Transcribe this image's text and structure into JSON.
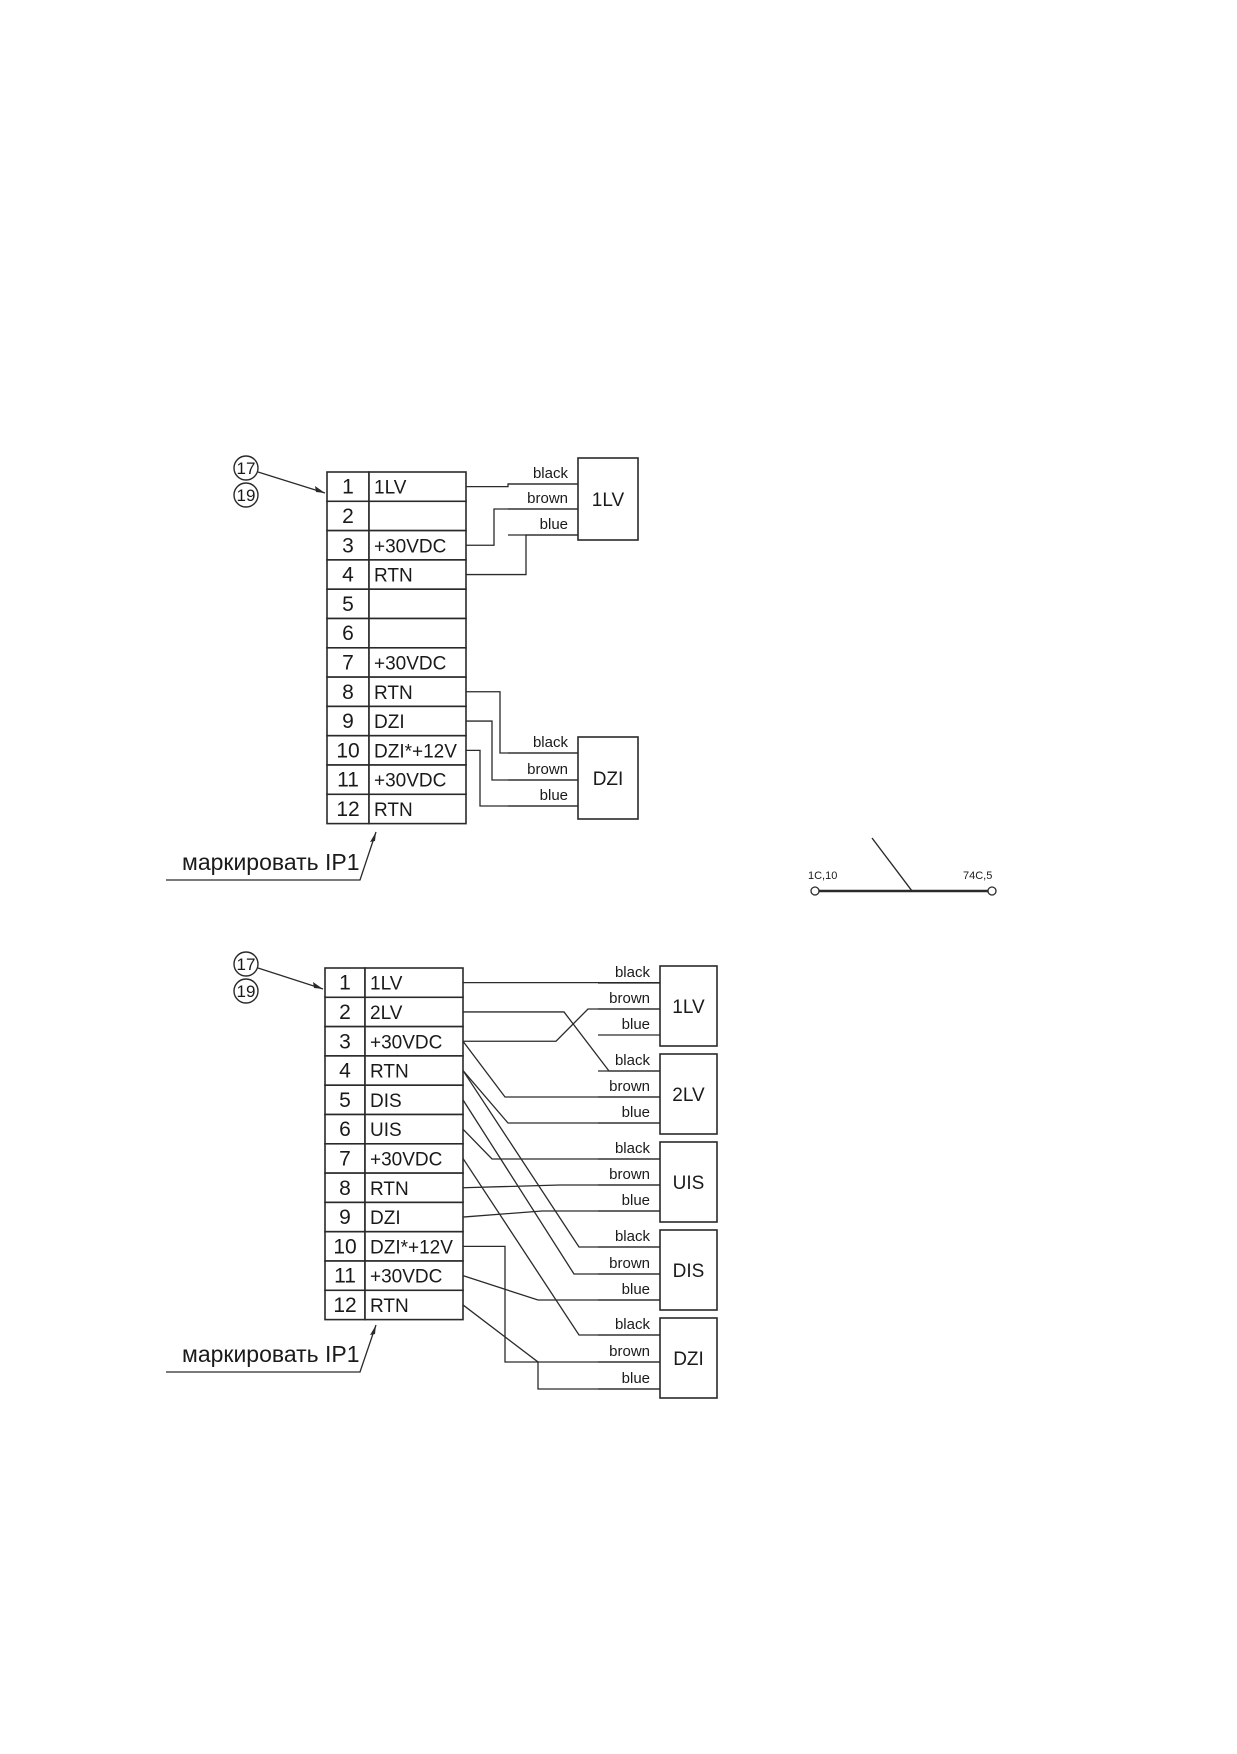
{
  "diagram1": {
    "callouts": [
      "17",
      "19"
    ],
    "rows": [
      {
        "num": "1",
        "signal": "1LV"
      },
      {
        "num": "2",
        "signal": ""
      },
      {
        "num": "3",
        "signal": "+30VDC"
      },
      {
        "num": "4",
        "signal": "RTN"
      },
      {
        "num": "5",
        "signal": ""
      },
      {
        "num": "6",
        "signal": ""
      },
      {
        "num": "7",
        "signal": "+30VDC"
      },
      {
        "num": "8",
        "signal": "RTN"
      },
      {
        "num": "9",
        "signal": "DZI"
      },
      {
        "num": "10",
        "signal": "DZI*+12V"
      },
      {
        "num": "11",
        "signal": "+30VDC"
      },
      {
        "num": "12",
        "signal": "RTN"
      }
    ],
    "devices": [
      {
        "name": "1LV",
        "wires": [
          "black",
          "brown",
          "blue"
        ]
      },
      {
        "name": "DZI",
        "wires": [
          "black",
          "brown",
          "blue"
        ]
      }
    ],
    "mark_label": "маркировать IP1"
  },
  "diagram2": {
    "callouts": [
      "17",
      "19"
    ],
    "rows": [
      {
        "num": "1",
        "signal": "1LV"
      },
      {
        "num": "2",
        "signal": "2LV"
      },
      {
        "num": "3",
        "signal": "+30VDC"
      },
      {
        "num": "4",
        "signal": "RTN"
      },
      {
        "num": "5",
        "signal": "DIS"
      },
      {
        "num": "6",
        "signal": "UIS"
      },
      {
        "num": "7",
        "signal": "+30VDC"
      },
      {
        "num": "8",
        "signal": "RTN"
      },
      {
        "num": "9",
        "signal": "DZI"
      },
      {
        "num": "10",
        "signal": "DZI*+12V"
      },
      {
        "num": "11",
        "signal": "+30VDC"
      },
      {
        "num": "12",
        "signal": "RTN"
      }
    ],
    "devices": [
      {
        "name": "1LV",
        "wires": [
          "black",
          "brown",
          "blue"
        ]
      },
      {
        "name": "2LV",
        "wires": [
          "black",
          "brown",
          "blue"
        ]
      },
      {
        "name": "UIS",
        "wires": [
          "black",
          "brown",
          "blue"
        ]
      },
      {
        "name": "DIS",
        "wires": [
          "black",
          "brown",
          "blue"
        ]
      },
      {
        "name": "DZI",
        "wires": [
          "black",
          "brown",
          "blue"
        ]
      }
    ],
    "mark_label": "маркировать IP1"
  },
  "side_link": {
    "left": "1C,10",
    "right": "74C,5"
  }
}
